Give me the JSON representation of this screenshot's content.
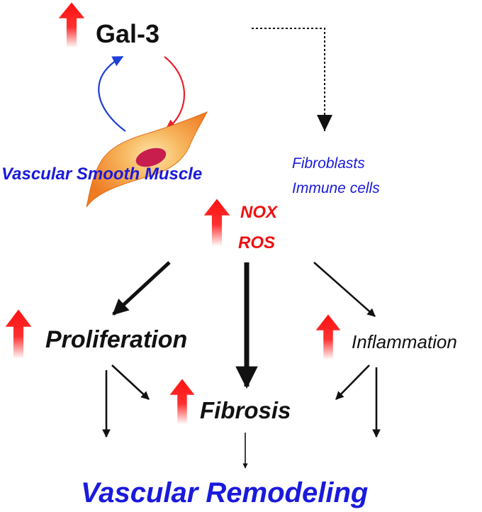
{
  "nodes": {
    "gal3": "Gal-3",
    "vsm": "Vascular Smooth Muscle",
    "fibroblasts": "Fibroblasts",
    "immune_cells": "Immune cells",
    "nox": "NOX",
    "ros": "ROS",
    "proliferation": "Proliferation",
    "inflammation": "Inflammation",
    "fibrosis": "Fibrosis",
    "remodeling": "Vascular Remodeling"
  },
  "colors": {
    "up_arrow": "#ff1a1a",
    "blue_text": "#1a1adc",
    "red_text": "#ee1111",
    "cell_body": "#f28a2e",
    "nucleus": "#c81e4e",
    "feedback_blue": "#1f3fd8",
    "feedback_red": "#e8202a"
  },
  "icons": [
    "up-arrow-icon",
    "cell-icon"
  ]
}
